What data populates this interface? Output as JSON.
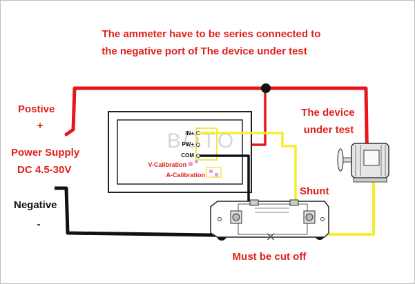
{
  "title_lines": [
    "The ammeter have to be series connected to",
    "the negative port of  The device under test"
  ],
  "labels": {
    "positive_word": "Postive",
    "positive_sign": "+",
    "power_supply": "Power Supply",
    "power_range": "DC 4.5-30V",
    "negative_word": "Negative",
    "negative_sign": "-",
    "device_line1": "The device",
    "device_line2": "under test",
    "shunt": "Shunt",
    "cut_off": "Must be cut off",
    "cut_mark": "×",
    "watermark": "BOTO"
  },
  "meter": {
    "pins": [
      "IN+",
      "PW+",
      "COM"
    ],
    "v_calibration": "V-Calibration",
    "a_calibration": "A-Calibration"
  },
  "colors": {
    "red_wire": "#e8151b",
    "yellow_wire": "#f5ee30",
    "black_wire": "#111111",
    "text_red": "#e0201b",
    "calibration_pad": "#e9a0c8"
  }
}
